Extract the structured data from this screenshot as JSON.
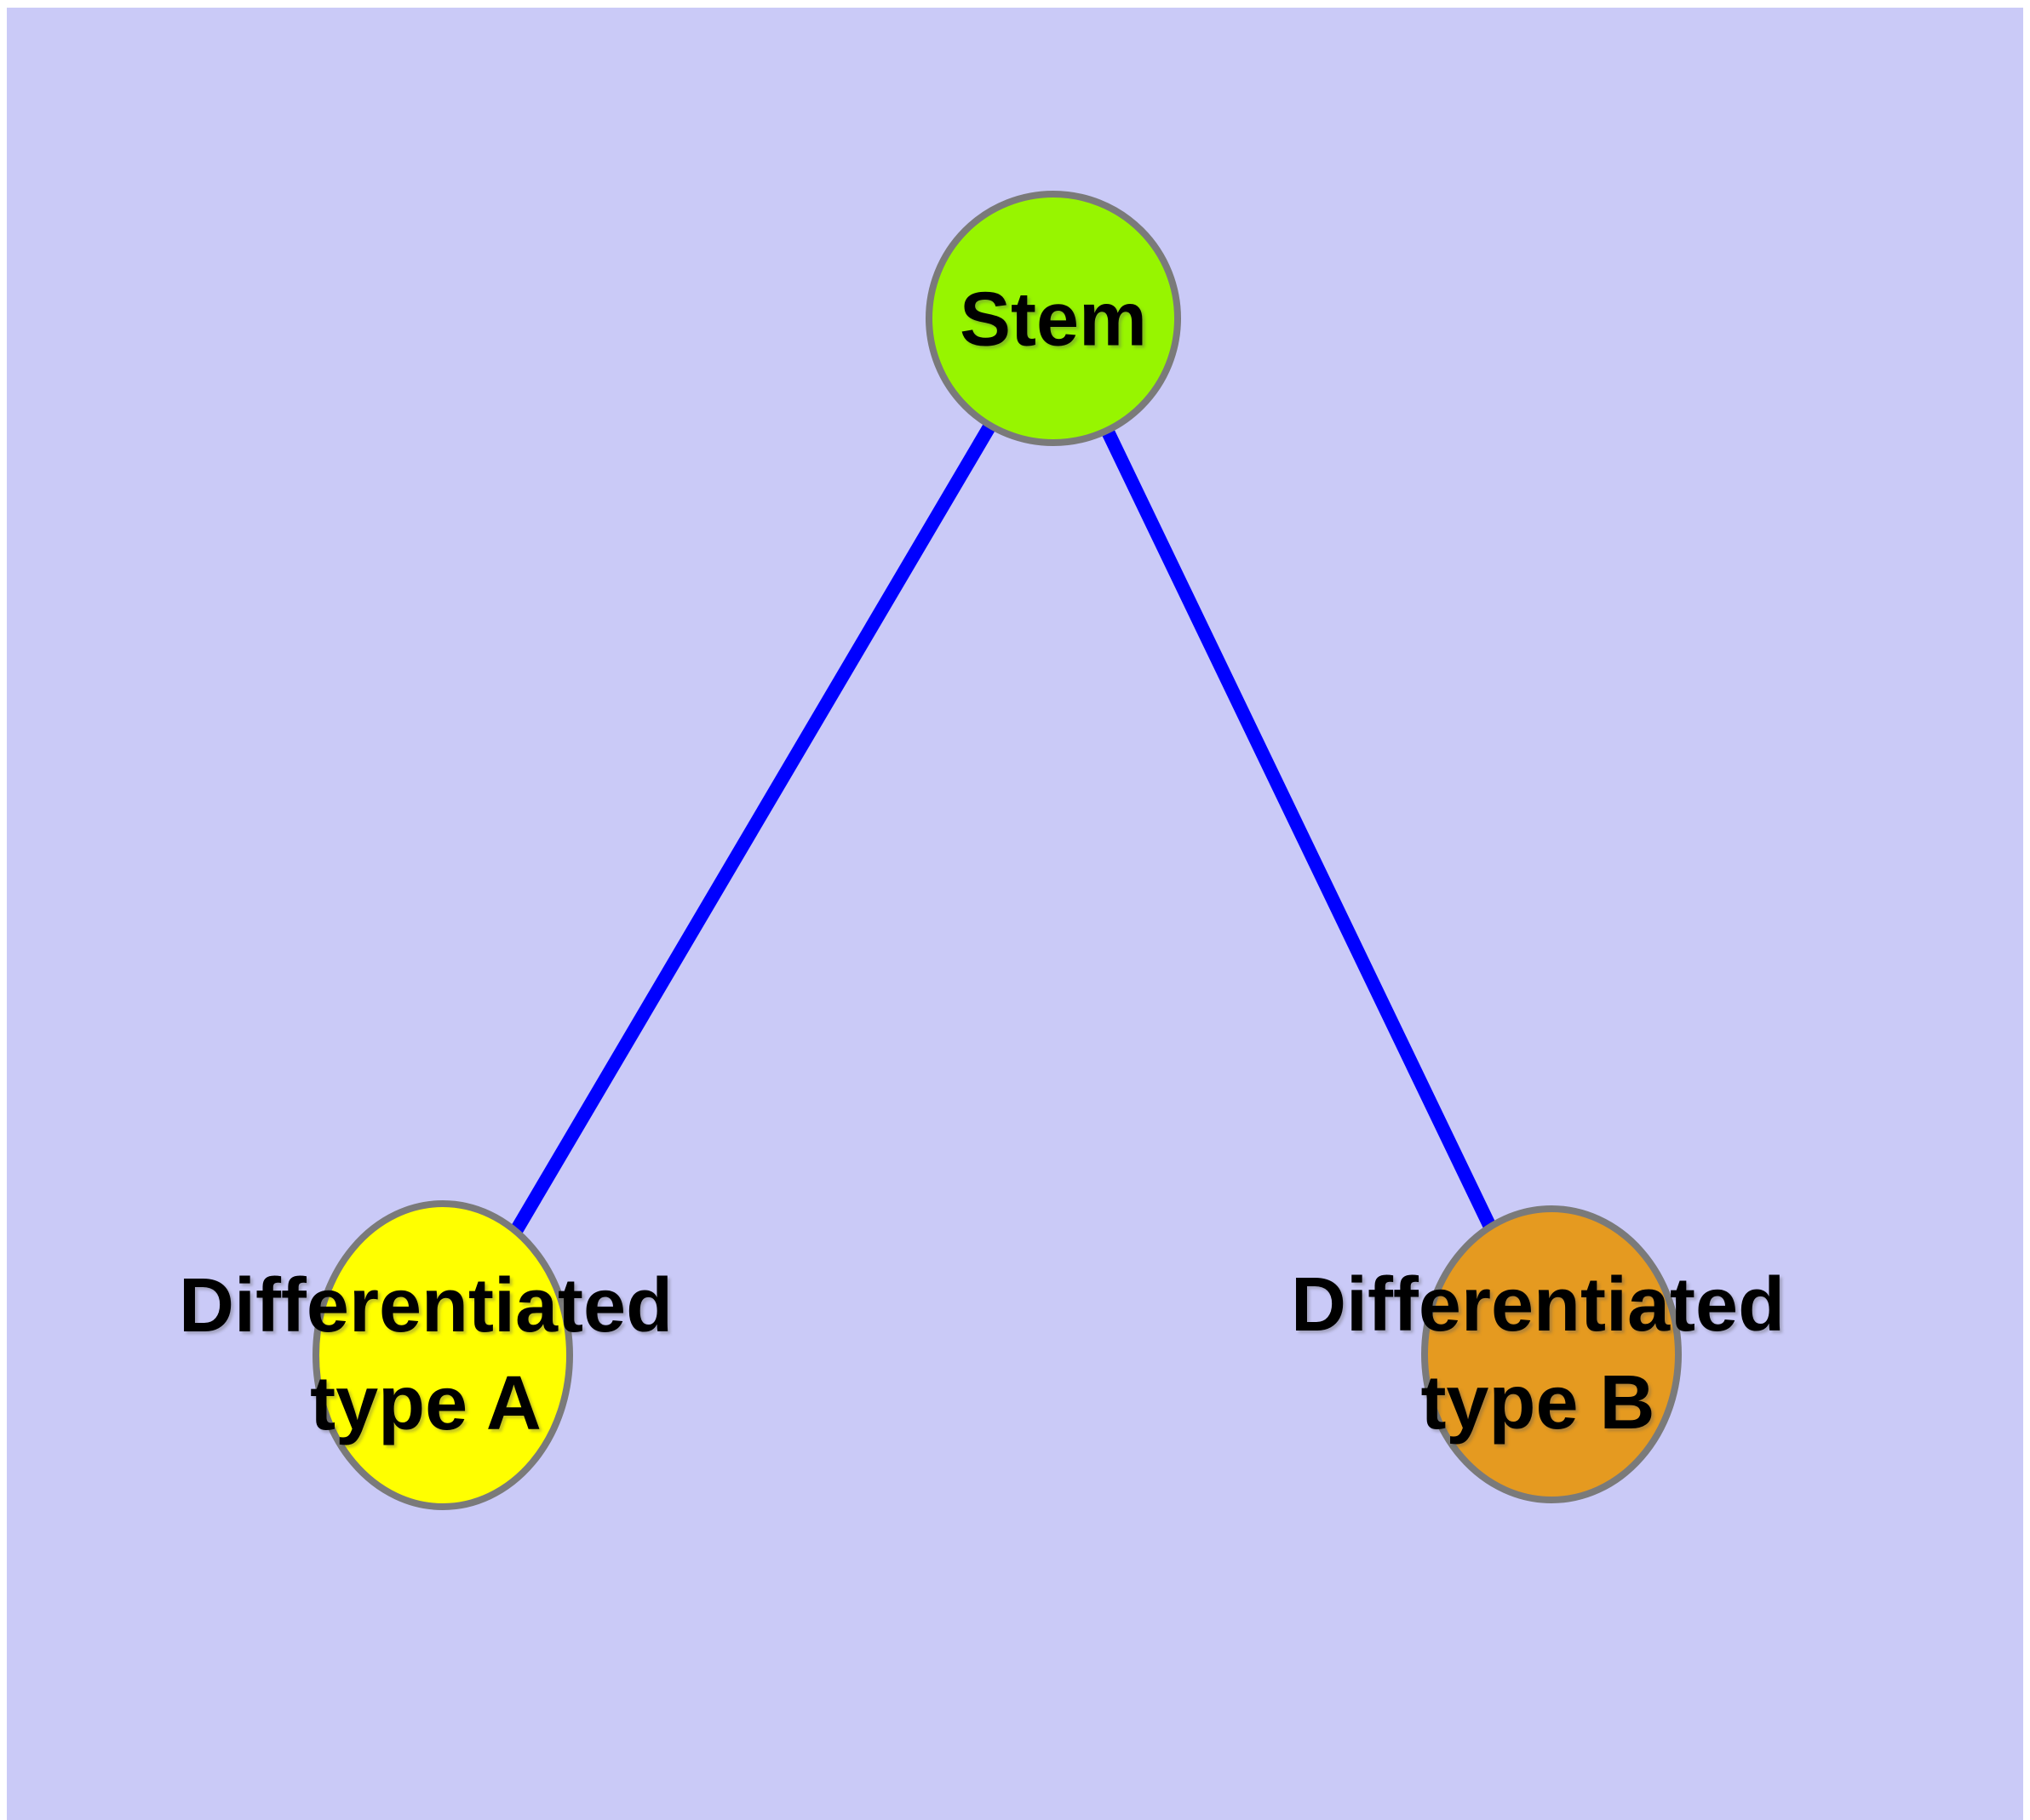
{
  "diagram": {
    "type": "graph",
    "background_color": "#CACAF7",
    "frame_color": "#FFFFFF",
    "edge_color": "#0000FF",
    "node_border_color": "#7A7A7A",
    "label_color": "#000000",
    "nodes": [
      {
        "id": "stem",
        "label": "Stem",
        "fill": "#97F500",
        "shape": "circle"
      },
      {
        "id": "differentiated-type-a",
        "label": "Differentiated type A",
        "line1": "Differentiated",
        "line2": "type A",
        "fill": "#FFFF00",
        "shape": "ellipse"
      },
      {
        "id": "differentiated-type-b",
        "label": "Differentiated type B",
        "line1": "Differentiated",
        "line2": "type B",
        "fill": "#E59A20",
        "shape": "ellipse"
      }
    ],
    "edges": [
      {
        "from": "Stem",
        "to": "Differentiated type A"
      },
      {
        "from": "Stem",
        "to": "Differentiated type B"
      }
    ]
  }
}
